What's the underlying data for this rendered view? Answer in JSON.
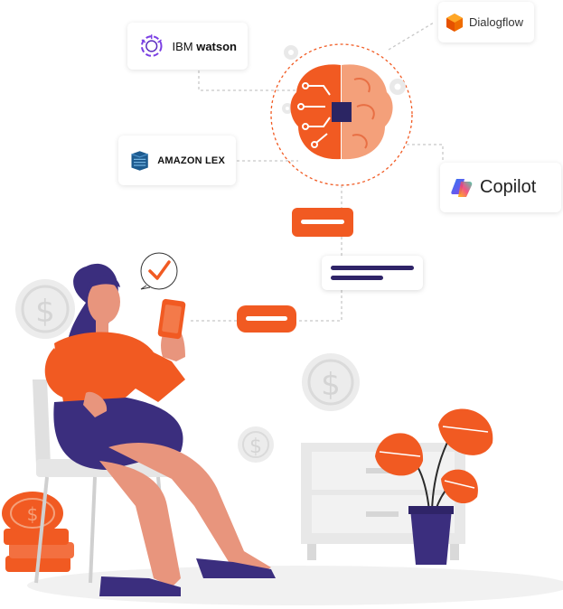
{
  "integrations": {
    "ibm": {
      "brand": "IBM",
      "product": "watson"
    },
    "amazon_lex": {
      "label": "AMAZON LEX"
    },
    "dialogflow": {
      "label": "Dialogflow"
    },
    "copilot": {
      "label": "Copilot"
    }
  },
  "colors": {
    "accent_orange": "#f15a22",
    "brain_light": "#f4a07a",
    "navy": "#3b2e7e",
    "skin": "#e8957d",
    "coin_gray": "#e8e8e8",
    "dotted_line": "#cfcfcf"
  },
  "icons": [
    "ibm-watson-logo-icon",
    "amazon-lex-logo-icon",
    "dialogflow-logo-icon",
    "copilot-logo-icon",
    "brain-chip-icon",
    "gear-icon",
    "checkmark-icon",
    "dollar-coin-icon",
    "smartphone-icon"
  ]
}
